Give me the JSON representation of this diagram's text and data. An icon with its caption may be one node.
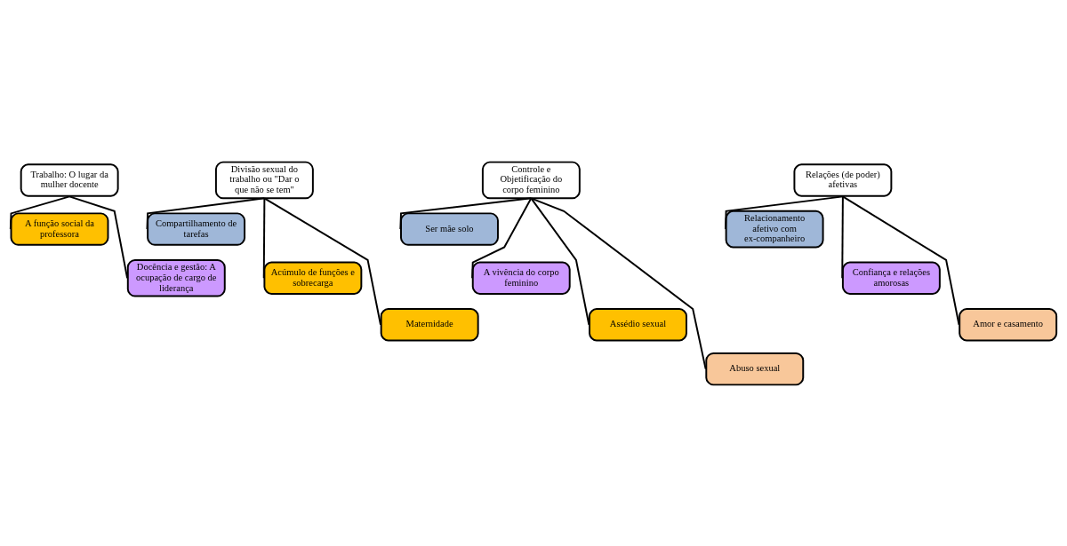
{
  "diagram": {
    "nodes": [
      {
        "text": [
          "Trabalho: O lugar da mulher docente"
        ]
      },
      {
        "text": [
          "A função social da professora"
        ]
      },
      {
        "text": [
          "Docência e gestão: A ocupação de cargo de liderança"
        ]
      },
      {
        "text": [
          "Divisão sexual do trabalho ou \"Dar o que não se tem\""
        ]
      },
      {
        "text": [
          "Compartilhamento de tarefas"
        ]
      },
      {
        "text": [
          "Acúmulo de funções e sobrecarga"
        ]
      },
      {
        "text": [
          "Maternidade"
        ]
      },
      {
        "text": [
          "Controle e Objetificação do corpo feminino"
        ]
      },
      {
        "text": [
          "Ser mãe solo"
        ]
      },
      {
        "text": [
          "A vivência do corpo feminino"
        ]
      },
      {
        "text": [
          "Assédio sexual"
        ]
      },
      {
        "text": [
          "Abuso sexual"
        ]
      },
      {
        "text": [
          "Relações (de poder) afetivas"
        ]
      },
      {
        "text": [
          "Relacionamento afetivo com ex-companheiro"
        ]
      },
      {
        "text": [
          "Confiança e relações amorosas"
        ]
      },
      {
        "text": [
          "Amor e casamento"
        ]
      }
    ],
    "edges": [
      {
        "from": 0,
        "to": 1,
        "arrow": "none"
      },
      {
        "from": 0,
        "to": 2,
        "arrow": "none"
      },
      {
        "from": 3,
        "to": 4,
        "arrow": "none"
      },
      {
        "from": 3,
        "to": 5,
        "arrow": "none"
      },
      {
        "from": 3,
        "to": 6,
        "arrow": "none"
      },
      {
        "from": 7,
        "to": 8,
        "arrow": "none"
      },
      {
        "from": 7,
        "to": 9,
        "arrow": "none"
      },
      {
        "from": 7,
        "to": 10,
        "arrow": "none"
      },
      {
        "from": 7,
        "to": 11,
        "arrow": "none"
      },
      {
        "from": 12,
        "to": 13,
        "arrow": "none"
      },
      {
        "from": 12,
        "to": 14,
        "arrow": "none"
      },
      {
        "from": 12,
        "to": 15,
        "arrow": "none"
      }
    ]
  }
}
